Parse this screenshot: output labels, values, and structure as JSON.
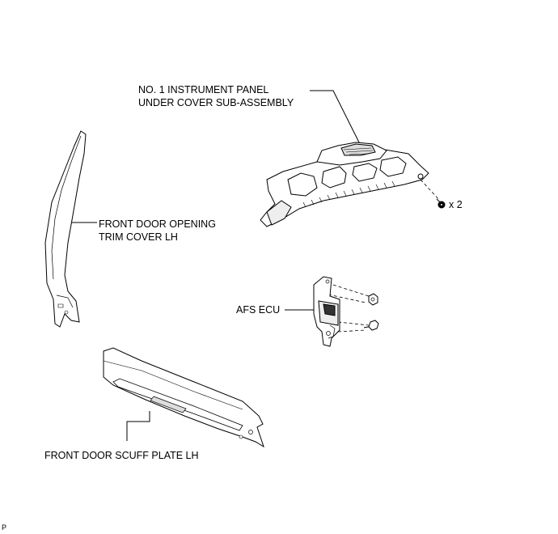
{
  "labels": {
    "instrument_panel_line1": "NO. 1 INSTRUMENT PANEL",
    "instrument_panel_line2": "UNDER COVER SUB-ASSEMBLY",
    "screw_count": "x 2",
    "trim_cover_line1": "FRONT DOOR OPENING",
    "trim_cover_line2": "TRIM COVER LH",
    "afs_ecu": "AFS ECU",
    "scuff_plate": "FRONT DOOR SCUFF PLATE LH",
    "corner_mark": "P"
  }
}
